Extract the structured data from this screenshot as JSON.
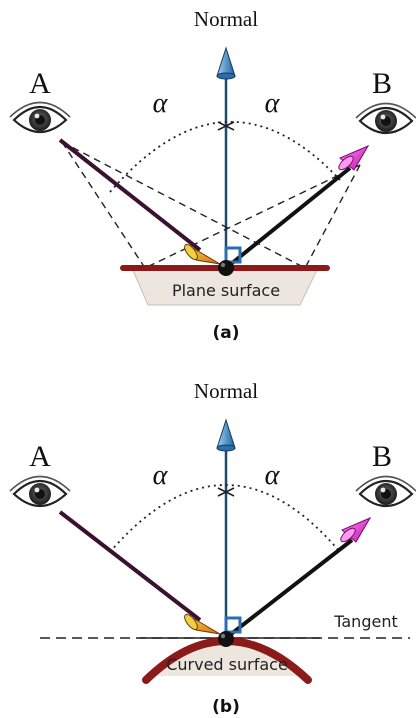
{
  "panel_a": {
    "normal_label": "Normal",
    "observer_left": "A",
    "observer_right": "B",
    "angle_left": "α",
    "angle_right": "α",
    "surface_label": "Plane surface",
    "caption": "(a)"
  },
  "panel_b": {
    "normal_label": "Normal",
    "observer_left": "A",
    "observer_right": "B",
    "angle_left": "α",
    "angle_right": "α",
    "tangent_label": "Tangent",
    "surface_label": "Curved surface",
    "caption": "(b)"
  },
  "colors": {
    "surface_dark_red": "#8b1a1a",
    "surface_fill": "#ece6df",
    "normal_line": "#1e4a6e",
    "cone_left": "#e8a020",
    "cone_right": "#ee22cc",
    "normal_tip": "#2a7fc0"
  }
}
